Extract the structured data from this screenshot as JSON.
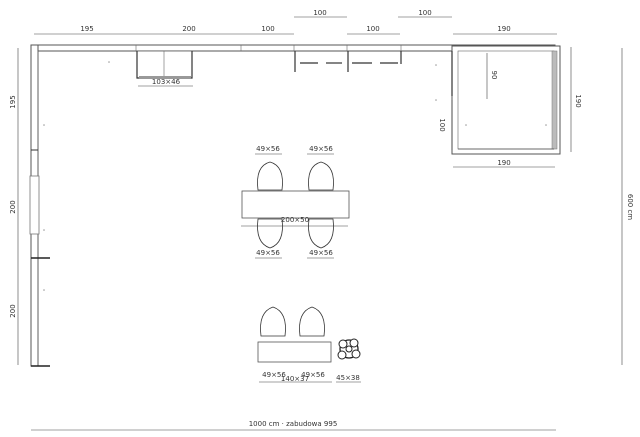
{
  "dimensions": {
    "top_195": "195",
    "top_200": "200",
    "top_100_a": "100",
    "top_100_b": "100",
    "top_100_upper_a": "100",
    "top_100_upper_b": "100",
    "top_190": "190",
    "sink_cabinet": "103×46",
    "left_195": "195",
    "left_200_a": "200",
    "left_200_b": "200",
    "room_height": "600 cm",
    "island_depth_90": "90",
    "island_side_190": "190",
    "island_inner_100": "100",
    "island_bottom_190": "190",
    "chair_1": "49×56",
    "chair_2": "49×56",
    "table": "200×50",
    "chair_3": "49×56",
    "chair_4": "49×56",
    "sofa_chair_1": "49×56",
    "sofa_chair_2": "49×56",
    "low_counter": "140×37",
    "plant": "45×38",
    "room_width": "1000 cm · zabudowa 995"
  }
}
